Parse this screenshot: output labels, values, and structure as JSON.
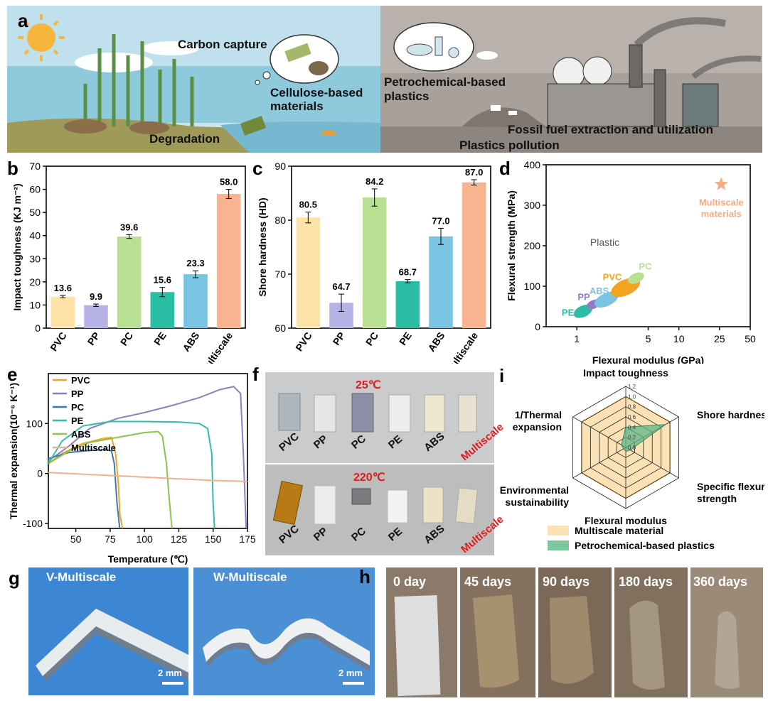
{
  "panel_labels": {
    "a": "a",
    "b": "b",
    "c": "c",
    "d": "d",
    "e": "e",
    "f": "f",
    "g": "g",
    "h": "h",
    "i": "i"
  },
  "illustration": {
    "carbon_capture": "Carbon capture",
    "cellulose_line1": "Cellulose-based",
    "cellulose_line2": "materials",
    "degradation": "Degradation",
    "petro_line1": "Petrochemical-based",
    "petro_line2": "plastics",
    "fossil": "Fossil fuel extraction and utilization",
    "pollution": "Plastics pollution"
  },
  "colors": {
    "PVC": "#fde3a7",
    "PP": "#b7b3e6",
    "PC": "#b9df93",
    "PE": "#2abfa4",
    "ABS": "#79c4e3",
    "Multiscale": "#f8b38f",
    "line_PVC": "#f4a320",
    "line_PP": "#8f7dc6",
    "line_PC": "#3f78ad",
    "line_PE": "#2fbfae",
    "line_ABS": "#8cc34a",
    "line_Multiscale": "#f3b08b"
  },
  "chart_data": [
    {
      "id": "b",
      "type": "bar",
      "categories": [
        "PVC",
        "PP",
        "PC",
        "PE",
        "ABS",
        "Multiscale"
      ],
      "values": [
        13.6,
        9.9,
        39.6,
        15.6,
        23.3,
        58.0
      ],
      "value_labels": [
        "13.6",
        "9.9",
        "39.6",
        "15.6",
        "23.3",
        "58.0"
      ],
      "errors": [
        0.5,
        0.5,
        0.8,
        2.0,
        1.5,
        2.0
      ],
      "ylabel": "Impact toughness (KJ m⁻²)",
      "ylim": [
        0,
        70
      ],
      "yticks": [
        "0",
        "10",
        "20",
        "30",
        "40",
        "50",
        "60",
        "70"
      ]
    },
    {
      "id": "c",
      "type": "bar",
      "categories": [
        "PVC",
        "PP",
        "PC",
        "PE",
        "ABS",
        "Multiscale"
      ],
      "values": [
        80.5,
        64.7,
        84.2,
        68.7,
        77.0,
        87.0
      ],
      "value_labels": [
        "80.5",
        "64.7",
        "84.2",
        "68.7",
        "77.0",
        "87.0"
      ],
      "errors": [
        1.0,
        1.6,
        1.6,
        0.3,
        1.5,
        0.5
      ],
      "ylabel": "Shore hardness (HD)",
      "ylim": [
        60,
        90
      ],
      "yticks": [
        "60",
        "70",
        "80",
        "90"
      ]
    },
    {
      "id": "d",
      "type": "scatter",
      "xlabel": "Flexural modulus (GPa)",
      "ylabel": "Flexural strength (MPa)",
      "xscale": "log",
      "xlim": [
        0.5,
        50
      ],
      "ylim": [
        0,
        400
      ],
      "xticks": [
        "1",
        "5",
        "10",
        "25",
        "50"
      ],
      "yticks": [
        "0",
        "100",
        "200",
        "300",
        "400"
      ],
      "group_label": "Plastic",
      "regions": [
        {
          "name": "PE",
          "x": 1.15,
          "y": 38
        },
        {
          "name": "PP",
          "x": 1.45,
          "y": 55
        },
        {
          "name": "ABS",
          "x": 1.95,
          "y": 67
        },
        {
          "name": "PVC",
          "x": 3.0,
          "y": 97
        },
        {
          "name": "PC",
          "x": 3.8,
          "y": 120
        }
      ],
      "star": {
        "x": 26,
        "y": 352,
        "label_line1": "Multiscale",
        "label_line2": "materials"
      }
    },
    {
      "id": "e",
      "type": "line",
      "xlabel": "Temperature (℃)",
      "ylabel": "Thermal expansion(10⁻⁶ K⁻¹)",
      "xlim": [
        30,
        175
      ],
      "ylim": [
        -110,
        200
      ],
      "xticks": [
        "50",
        "75",
        "100",
        "125",
        "150",
        "175"
      ],
      "yticks": [
        "-100",
        "0",
        "100"
      ],
      "series": [
        {
          "name": "PVC",
          "x": [
            30,
            40,
            55,
            70,
            76,
            79,
            81,
            82,
            84
          ],
          "y": [
            20,
            40,
            60,
            70,
            72,
            40,
            -20,
            -80,
            -110
          ]
        },
        {
          "name": "PP",
          "x": [
            30,
            45,
            60,
            80,
            100,
            120,
            140,
            155,
            165,
            170,
            172,
            174
          ],
          "y": [
            25,
            55,
            90,
            110,
            122,
            136,
            152,
            168,
            174,
            160,
            40,
            -110
          ]
        },
        {
          "name": "PC",
          "x": [
            30,
            45,
            60,
            72,
            76,
            78,
            80,
            82
          ],
          "y": [
            30,
            42,
            46,
            48,
            45,
            20,
            -60,
            -110
          ]
        },
        {
          "name": "PE",
          "x": [
            30,
            40,
            55,
            75,
            100,
            125,
            140,
            146,
            149,
            150,
            151
          ],
          "y": [
            20,
            65,
            95,
            104,
            104,
            103,
            100,
            90,
            40,
            -60,
            -110
          ]
        },
        {
          "name": "ABS",
          "x": [
            30,
            45,
            60,
            80,
            100,
            110,
            113,
            116,
            118,
            120
          ],
          "y": [
            20,
            45,
            62,
            72,
            82,
            84,
            75,
            20,
            -50,
            -110
          ]
        },
        {
          "name": "Multiscale",
          "x": [
            30,
            60,
            90,
            120,
            150,
            175
          ],
          "y": [
            2,
            -2,
            -6,
            -10,
            -14,
            -16
          ]
        }
      ]
    },
    {
      "id": "i",
      "type": "radar",
      "axes": [
        "Impact toughness",
        "Shore hardness",
        "Specific flexural strength",
        "Flexural modulus",
        "Environmental sustainability",
        "1/Thermal expansion"
      ],
      "axis_label_lines": [
        [
          "Impact toughness"
        ],
        [
          "Shore hardness"
        ],
        [
          "Specific flexural",
          "strength"
        ],
        [
          "Flexural modulus"
        ],
        [
          "Environmental",
          "sustainability"
        ],
        [
          "1/Thermal",
          "expansion"
        ]
      ],
      "rticks": [
        "0.0",
        "0.2",
        "0.4",
        "0.6",
        "0.8",
        "1.0",
        "1.2"
      ],
      "rmax": 1.2,
      "series": [
        {
          "name": "Multiscale material",
          "values": [
            1.0,
            1.0,
            1.0,
            1.0,
            1.0,
            1.0
          ]
        },
        {
          "name": "Petrochemical-based plastics",
          "values": [
            0.4,
            0.9,
            0.1,
            0.08,
            0.05,
            0.1
          ]
        }
      ]
    }
  ],
  "photos": {
    "f_top_temp": "25℃",
    "f_bottom_temp": "220℃",
    "f_samples": [
      "PVC",
      "PP",
      "PC",
      "PE",
      "ABS",
      "Multiscale"
    ],
    "g_left": "V-Multiscale",
    "g_right": "W-Multiscale",
    "g_scale": "2 mm",
    "h_days": [
      "0 day",
      "45 days",
      "90 days",
      "180 days",
      "360 days"
    ]
  }
}
